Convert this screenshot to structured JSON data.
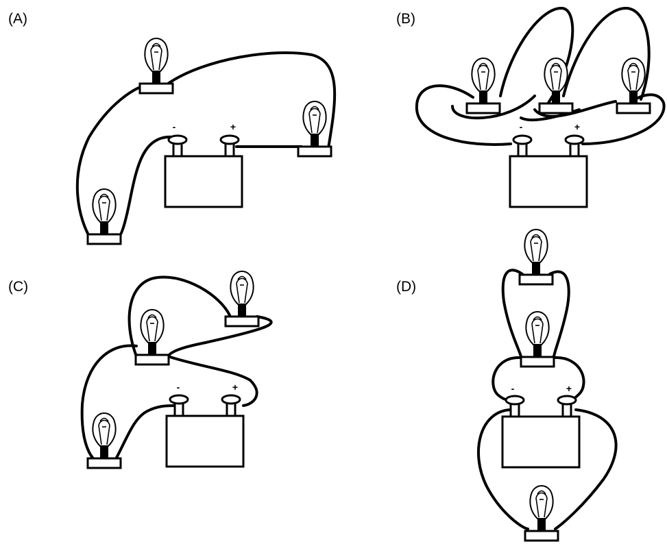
{
  "panels": [
    {
      "label": "(A)",
      "battery": {
        "negative": "-",
        "positive": "+"
      }
    },
    {
      "label": "(B)",
      "battery": {
        "negative": "-",
        "positive": "+"
      }
    },
    {
      "label": "(C)",
      "battery": {
        "negative": "-",
        "positive": "+"
      }
    },
    {
      "label": "(D)",
      "battery": {
        "negative": "-",
        "positive": "+"
      }
    }
  ],
  "colors": {
    "line": "#000000",
    "background": "#ffffff"
  }
}
